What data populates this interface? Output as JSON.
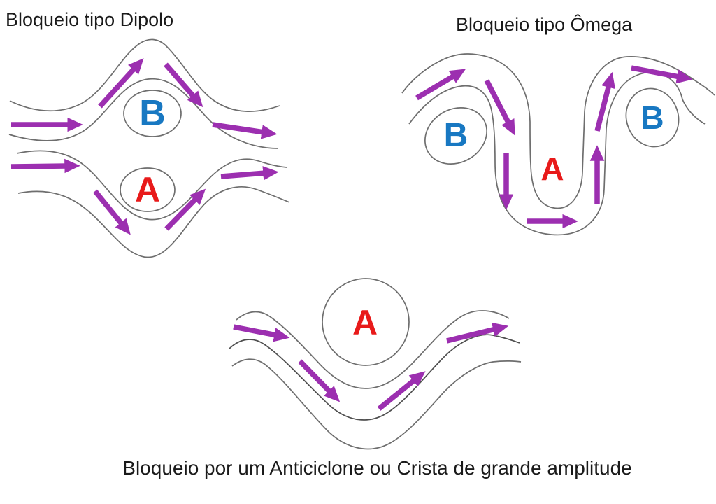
{
  "colors": {
    "arrow": "#9c2fb0",
    "label_a": "#e81a1a",
    "label_b": "#1878c2",
    "line": "#6e6e6e",
    "line_dark": "#4f4f4f",
    "text": "#1a1a1a",
    "background": "#ffffff"
  },
  "dipole": {
    "title": "Bloqueio tipo Dipolo",
    "label_b": "B",
    "label_a": "A"
  },
  "omega": {
    "title": "Bloqueio tipo Ômega",
    "label_b_left": "B",
    "label_a": "A",
    "label_b_right": "B"
  },
  "ridge": {
    "caption": "Bloqueio por um Anticiclone ou Crista de grande amplitude",
    "label_a": "A"
  }
}
